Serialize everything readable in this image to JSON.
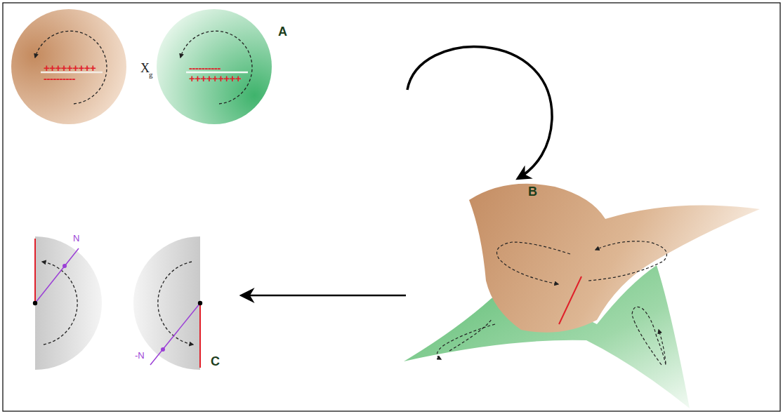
{
  "diagram": {
    "labels": [
      "+++++++++",
      "----------",
      "X",
      "g",
      "----------",
      "+++++++++",
      "A",
      "B",
      "N",
      "-N",
      "C"
    ]
  }
}
